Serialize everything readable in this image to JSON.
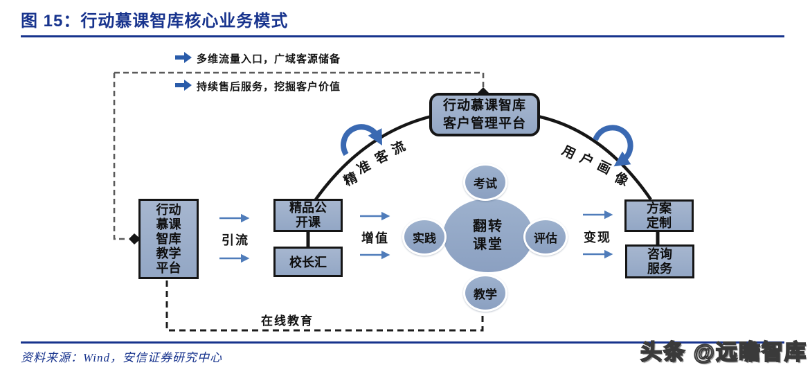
{
  "figure": {
    "title": "图 15：行动慕课智库核心业务模式",
    "source": "资料来源：Wind，安信证券研究中心",
    "watermark": "头条 @远瞻智库"
  },
  "top_flows": {
    "flow1": "多维流量入口，广域客源储备",
    "flow2": "持续售后服务，挖掘客户价值"
  },
  "nodes": {
    "teaching_platform": "行动\n慕课\n智库\n教学\n平台",
    "crm_platform": "行动慕课智库\n客户管理平台",
    "open_course": "精品公\n开课",
    "principals_hub": "校长汇",
    "solution": "方案\n定制",
    "consulting": "咨询\n服务"
  },
  "cluster": {
    "center": "翻转\n课堂",
    "exam": "考试",
    "practice": "实践",
    "evaluation": "评估",
    "teaching": "教学"
  },
  "labels": {
    "attract": "引流",
    "value_add": "增值",
    "monetize": "变现",
    "online_education": "在线教育"
  },
  "arc_labels": {
    "left": [
      "精",
      "准",
      "客",
      "流"
    ],
    "right": [
      "用",
      "户",
      "画",
      "像"
    ]
  },
  "colors": {
    "accent_blue": "#17338d",
    "node_fill": "#9cb0cb",
    "straight_arrow_blue": "#4f7cba",
    "curved_arrow_blue": "#3a69b2",
    "flow_icon_blue": "#2a5caa"
  }
}
